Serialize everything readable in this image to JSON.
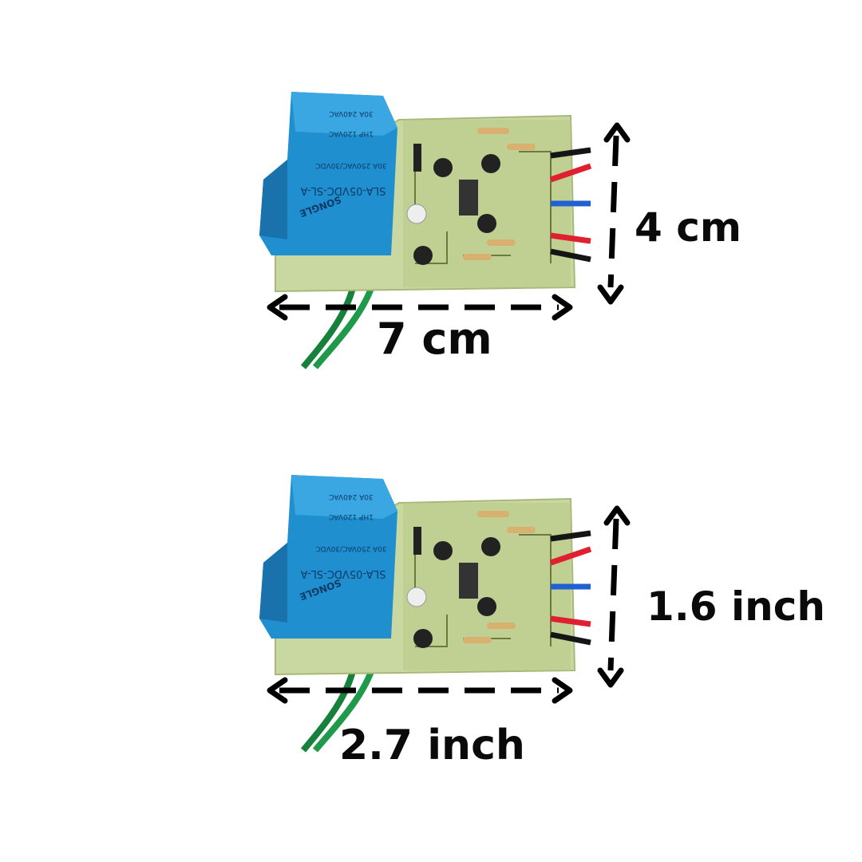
{
  "top_panel": {
    "width_label": "7 cm",
    "height_label": "4 cm",
    "relay": {
      "brand": "SONGLE",
      "model": "SLA-05VDC-SL-A",
      "rating_1": "30A 250VAC/30VDC",
      "rating_2": "1HP 120VAC",
      "rating_3": "30A 240VAC"
    }
  },
  "bottom_panel": {
    "width_label": "2.7 inch",
    "height_label": "1.6 inch",
    "relay": {
      "brand": "SONGLE",
      "model": "SLA-05VDC-SL-A",
      "rating_1": "30A 250VAC/30VDC",
      "rating_2": "1HP 120VAC",
      "rating_3": "30A 240VAC"
    }
  },
  "colors": {
    "relay_blue": "#1f8fd0",
    "board_green": "#c9d8a0",
    "wire_green": "#1e9a4a",
    "wire_red": "#e02030",
    "wire_blue": "#2060d0",
    "wire_black": "#151515",
    "arrow": "#000000"
  }
}
